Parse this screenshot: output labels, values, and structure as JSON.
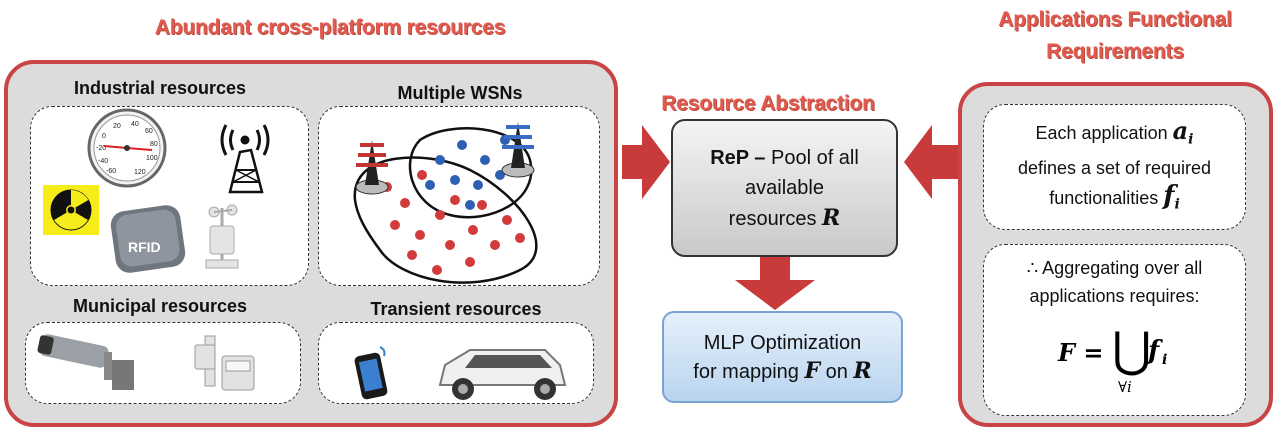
{
  "titles": {
    "left": "Abundant cross-platform resources",
    "center": "Resource Abstraction",
    "right_line1": "Applications Functional",
    "right_line2": "Requirements"
  },
  "left_panel": {
    "industrial": {
      "title": "Industrial resources",
      "rfid_label": "RFID"
    },
    "wsn": {
      "title": "Multiple WSNs"
    },
    "municipal": {
      "title": "Municipal resources"
    },
    "transient": {
      "title": "Transient resources"
    }
  },
  "thermometer_ticks": [
    "20",
    "40",
    "60",
    "0",
    "80",
    "-20",
    "100",
    "-40",
    "-60",
    "120"
  ],
  "rep_box": {
    "bold": "ReP –",
    "line1_rest": " Pool of all",
    "line2": "available",
    "line3": "resources ",
    "symbol": "R"
  },
  "mlp_box": {
    "line1": "MLP Optimization",
    "line2_prefix": "for mapping ",
    "sym_f": "F",
    "on": " on ",
    "sym_r": "R"
  },
  "requirements": {
    "box1_prefix": "Each application ",
    "box1_sym": "a",
    "box1_sub": "i",
    "box1_line2": "defines a set of required",
    "box1_line3": "functionalities ",
    "box1_sym2": "f",
    "box1_sub2": "i",
    "box2_line1": "∴ Aggregating over all",
    "box2_line2": "applications requires:",
    "formula_lhs": "F = ",
    "formula_union": "⋃",
    "formula_under": "∀i",
    "formula_rhs": "f",
    "formula_sub": "i"
  },
  "colors": {
    "accent_red": "#c94545",
    "title_red": "#e05a4e",
    "panel_gray": "#dcdcdc",
    "mlp_blue": "#c9dff3"
  }
}
